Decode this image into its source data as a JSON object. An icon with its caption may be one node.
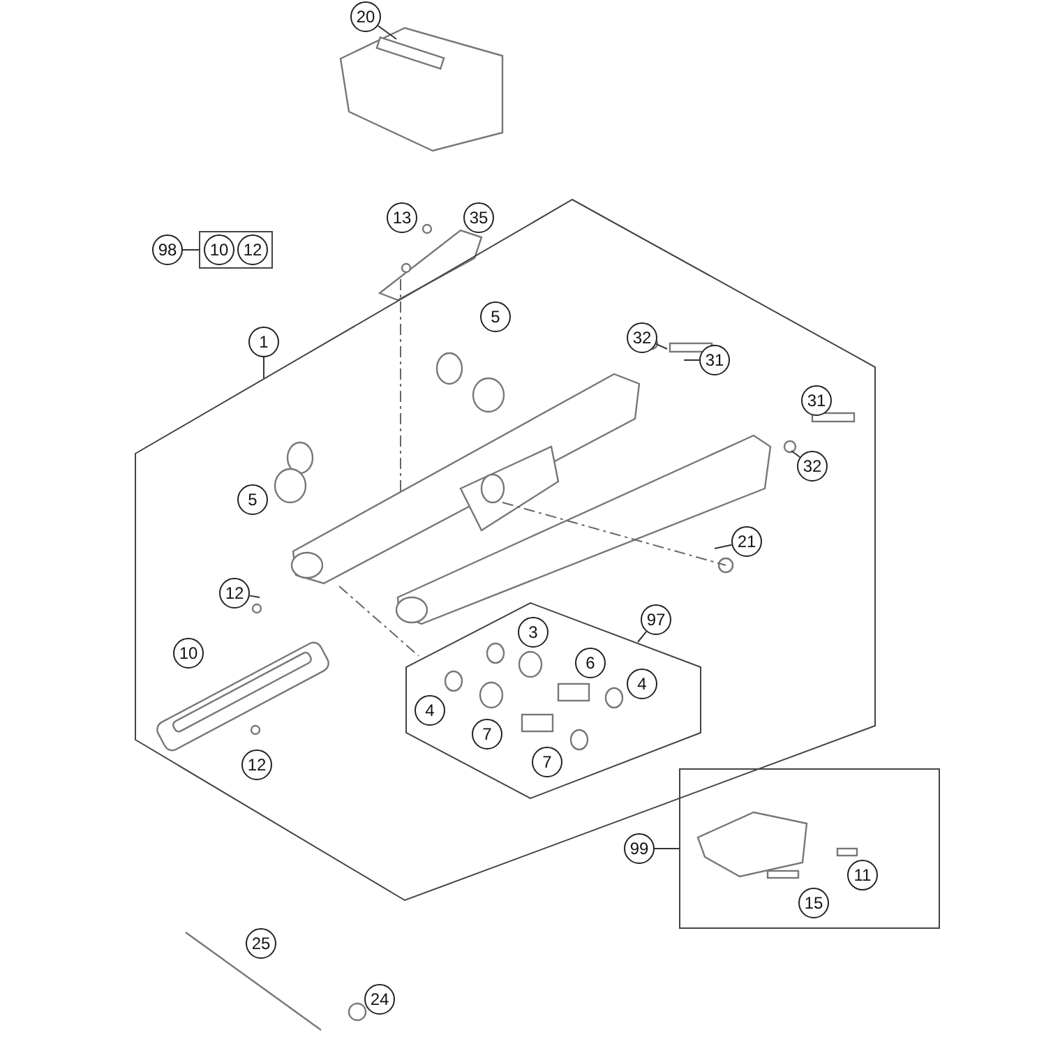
{
  "diagram": {
    "nodes": [
      {
        "text": [
          "20"
        ]
      },
      {
        "text": [
          "98"
        ]
      },
      {
        "text": [],
        "shape": "box"
      },
      {
        "text": [
          "10"
        ],
        "in": 2
      },
      {
        "text": [
          "12"
        ],
        "in": 2
      },
      {
        "text": [
          "13"
        ]
      },
      {
        "text": [
          "35"
        ]
      },
      {
        "text": [
          "1"
        ]
      },
      {
        "text": [],
        "shape": "box"
      },
      {
        "text": [
          "5"
        ],
        "in": 8
      },
      {
        "text": [
          "32"
        ],
        "in": 8
      },
      {
        "text": [
          "31"
        ],
        "in": 8
      },
      {
        "text": [
          "31"
        ],
        "in": 8
      },
      {
        "text": [
          "32"
        ],
        "in": 8
      },
      {
        "text": [
          "5"
        ],
        "in": 8
      },
      {
        "text": [
          "21"
        ],
        "in": 8
      },
      {
        "text": [
          "12"
        ],
        "in": 8
      },
      {
        "text": [
          "10"
        ],
        "in": 8
      },
      {
        "text": [],
        "shape": "box",
        "in": 8
      },
      {
        "text": [
          "3"
        ],
        "in": 18
      },
      {
        "text": [
          "97"
        ],
        "in": 8
      },
      {
        "text": [
          "6"
        ],
        "in": 18
      },
      {
        "text": [
          "4"
        ],
        "in": 18
      },
      {
        "text": [
          "4"
        ],
        "in": 18
      },
      {
        "text": [
          "7"
        ],
        "in": 18
      },
      {
        "text": [
          "7"
        ],
        "in": 18
      },
      {
        "text": [
          "12"
        ],
        "in": 8
      },
      {
        "text": [
          "99"
        ]
      },
      {
        "text": [],
        "shape": "box"
      },
      {
        "text": [
          "11"
        ],
        "in": 28
      },
      {
        "text": [
          "15"
        ],
        "in": 28
      },
      {
        "text": [
          "25"
        ]
      },
      {
        "text": [
          "24"
        ]
      }
    ],
    "edges": [
      {
        "from": 1,
        "to": 2,
        "arrow": "none"
      },
      {
        "from": 7,
        "to": 8,
        "arrow": "none"
      },
      {
        "from": 20,
        "to": 18,
        "arrow": "none"
      },
      {
        "from": 27,
        "to": 28,
        "arrow": "none"
      },
      {
        "from": 0,
        "to": null,
        "arrow": "none"
      },
      {
        "from": 10,
        "to": null,
        "arrow": "none"
      },
      {
        "from": 11,
        "to": null,
        "arrow": "none"
      },
      {
        "from": 13,
        "to": null,
        "arrow": "none"
      },
      {
        "from": 15,
        "to": null,
        "arrow": "none"
      },
      {
        "from": 16,
        "to": null,
        "arrow": "none"
      }
    ]
  }
}
